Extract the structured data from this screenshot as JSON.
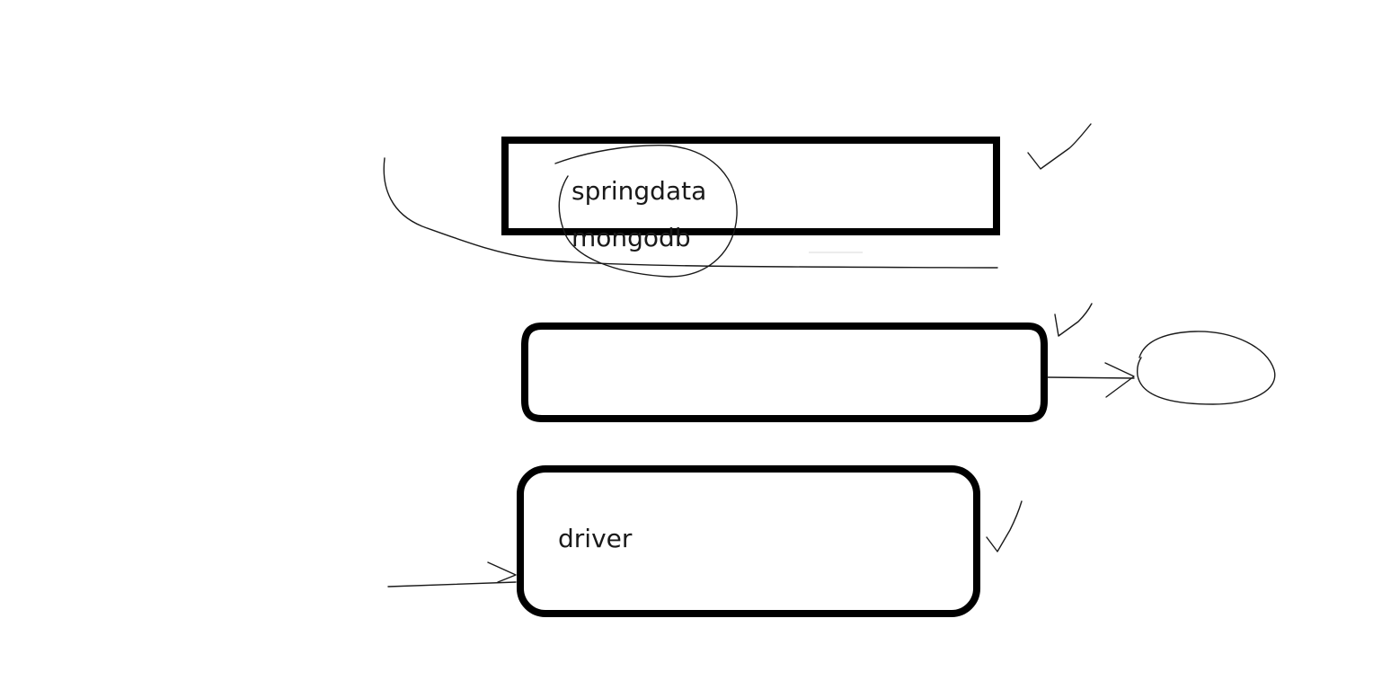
{
  "diagram": {
    "boxes": [
      {
        "id": "box-1",
        "shape": "rectangle",
        "label": "springdata",
        "sublabel": "mongodb"
      },
      {
        "id": "box-2",
        "shape": "rounded-capsule",
        "label": ""
      },
      {
        "id": "box-3",
        "shape": "rounded-rectangle",
        "label": "driver"
      }
    ],
    "annotations": {
      "checkmarks": 3,
      "ellipses": 2,
      "arrows": 2
    },
    "colors": {
      "background": "#ffffff",
      "stroke": "#000000",
      "ink": "#1a1a1a"
    }
  }
}
